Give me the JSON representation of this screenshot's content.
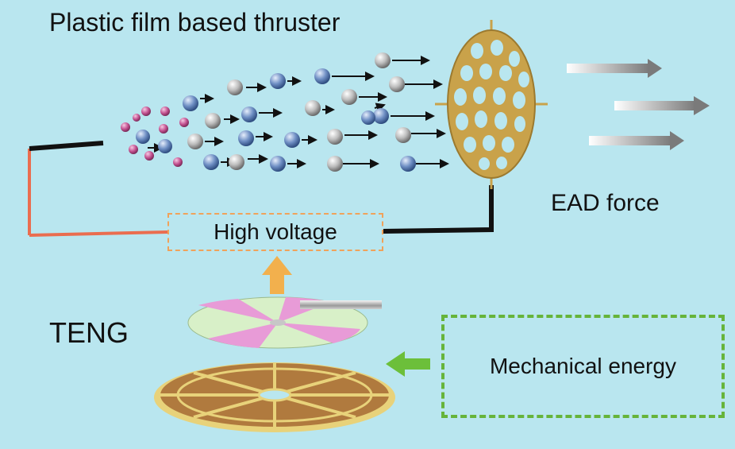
{
  "labels": {
    "title": "Plastic film based thruster",
    "high_voltage": "High voltage",
    "ead_force": "EAD force",
    "teng": "TENG",
    "mechanical_energy": "Mechanical energy"
  },
  "colors": {
    "background": "#b9e6ef",
    "wire_left": "#ea6d4f",
    "wire_dark": "#111111",
    "high_voltage_box_border": "#f0a25a",
    "high_voltage_arrow": "#f2b04d",
    "mechanical_box_border": "#66b43a",
    "mechanical_arrow": "#6cbf3a",
    "mesh_electrode": "#c9a24a",
    "ion_blue": "#6f8fc4",
    "ion_grey": "#c4c4c4",
    "ion_pink": "#c2508f",
    "stator_disc": "#b07a3e",
    "rotor_pink": "#e89bd7",
    "rotor_green": "#d8f0c8"
  }
}
